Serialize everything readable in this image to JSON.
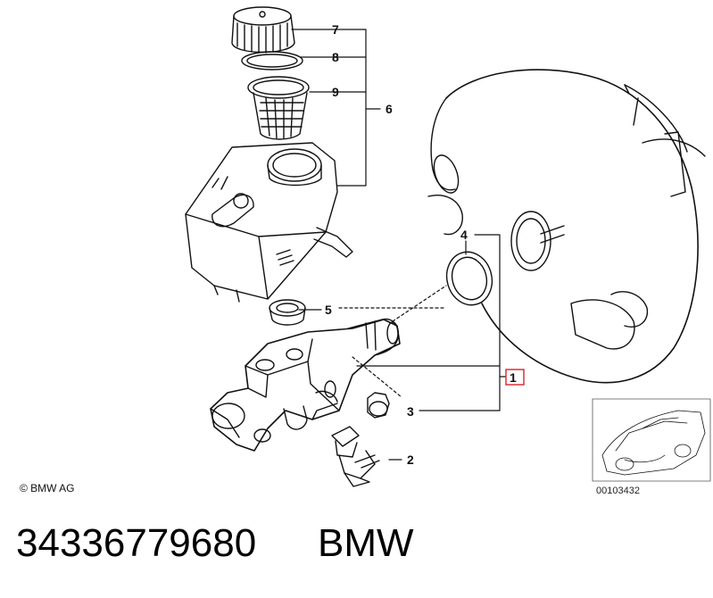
{
  "diagram": {
    "callouts": {
      "c1": "1",
      "c2": "2",
      "c3": "3",
      "c4": "4",
      "c5": "5",
      "c6": "6",
      "c7": "7",
      "c8": "8",
      "c9": "9"
    },
    "highlight_color": "#d9232b",
    "copyright": "© BMW AG",
    "reference_code": "00103432"
  },
  "caption": {
    "part_number": "34336779680",
    "brand": "BMW"
  }
}
